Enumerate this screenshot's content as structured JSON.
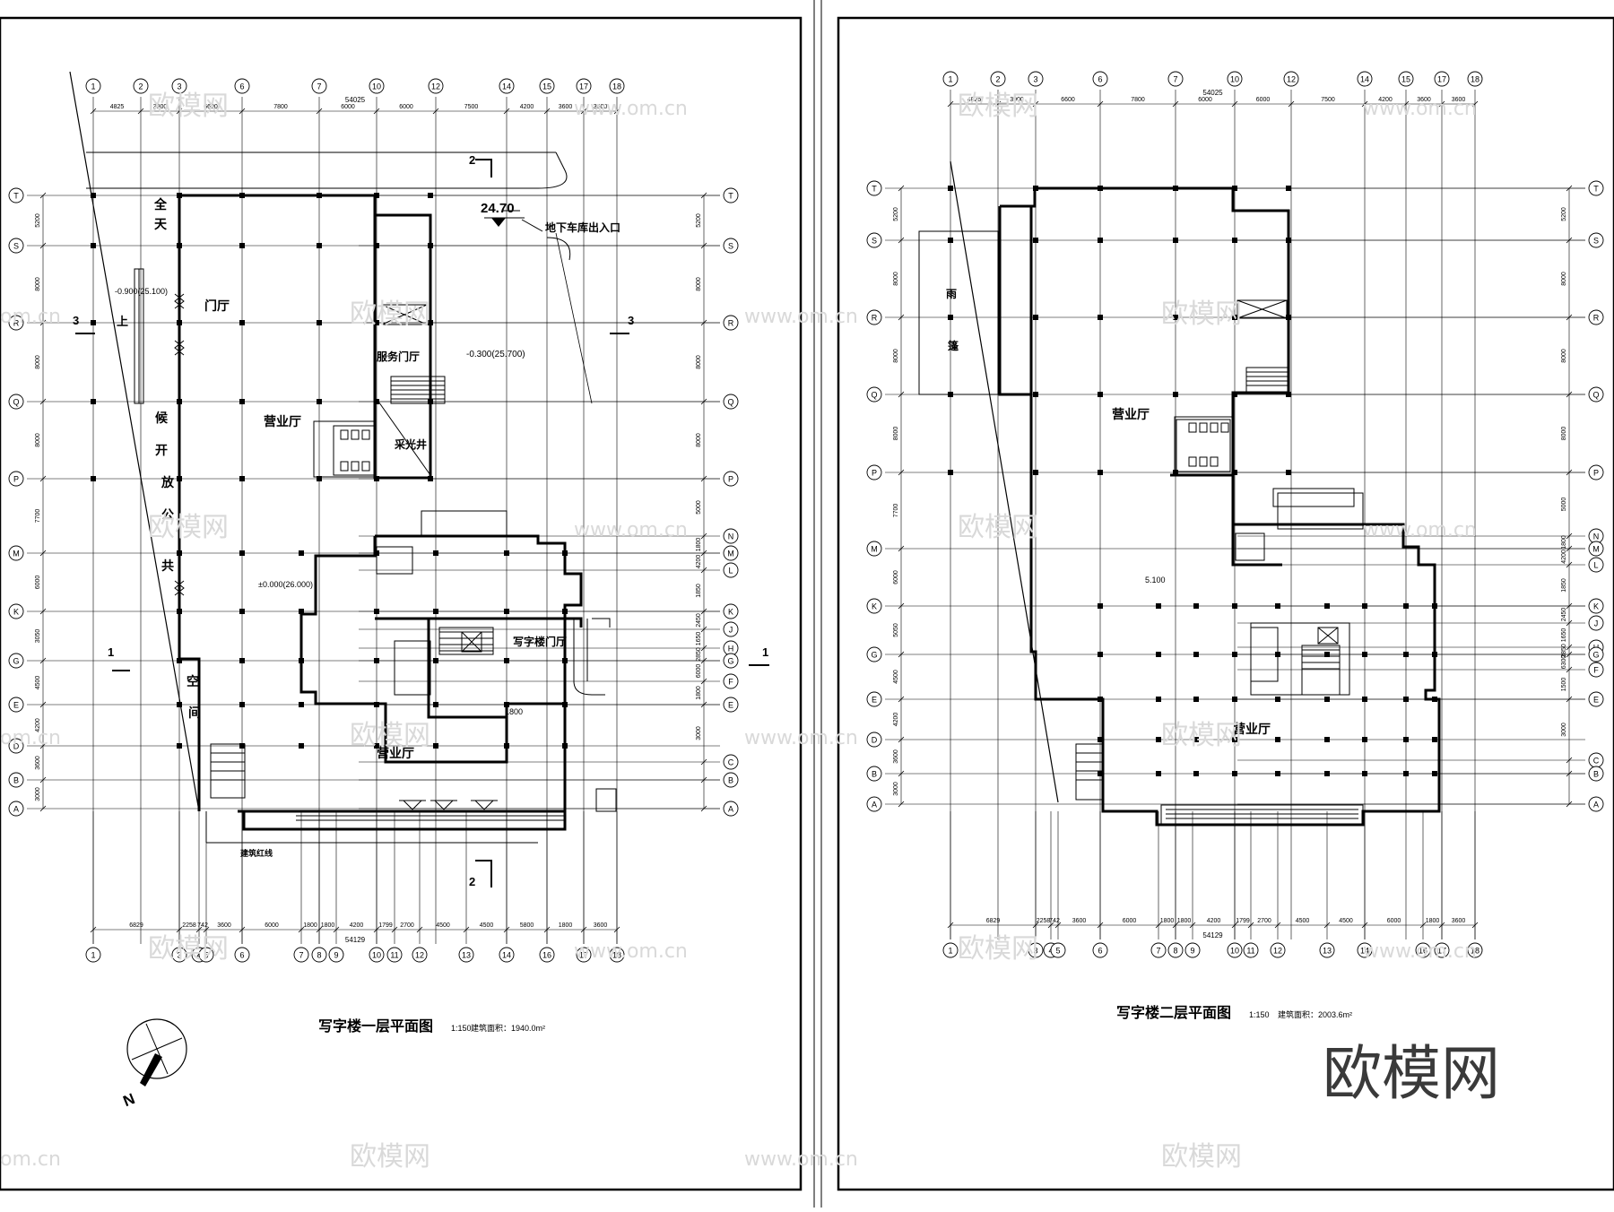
{
  "sheet1": {
    "title": "写字楼一层平面图",
    "scale": "1:150",
    "area": "建筑面积：1940.0m²",
    "total_top": "54025",
    "total_bottom": "54129",
    "top_dims": [
      "4825",
      "3900",
      "6600",
      "7800",
      "6000",
      "6000",
      "7500",
      "4200",
      "3600",
      "3600"
    ],
    "bottom_dims": [
      "6829",
      "2258",
      "742",
      "3600",
      "6000",
      "1800",
      "1800",
      "4200",
      "1799",
      "2700",
      "4500",
      "4500",
      "5800",
      "1800",
      "3600"
    ],
    "left_dims": [
      "5200",
      "8000",
      "8000",
      "8000",
      "7700",
      "6000",
      "3050",
      "4500",
      "4200",
      "3600",
      "3000"
    ],
    "right_dims": [
      "5200",
      "8000",
      "8000",
      "8000",
      "5000",
      "1800",
      "4200",
      "1850",
      "2450",
      "1650",
      "2850",
      "6000",
      "1800",
      "3000"
    ],
    "col_axes": [
      "1",
      "2",
      "3",
      "6",
      "7",
      "10",
      "12",
      "14",
      "15",
      "17",
      "18"
    ],
    "col_axes_bottom": [
      "1",
      "3",
      "4",
      "5",
      "6",
      "7",
      "8",
      "9",
      "10",
      "11",
      "12",
      "13",
      "14",
      "16",
      "17",
      "18"
    ],
    "row_axes_left": [
      "T",
      "S",
      "R",
      "Q",
      "P",
      "M",
      "K",
      "G",
      "E",
      "D",
      "B",
      "A"
    ],
    "row_axes_right": [
      "T",
      "S",
      "R",
      "Q",
      "P",
      "N",
      "M",
      "L",
      "K",
      "J",
      "H",
      "G",
      "F",
      "E",
      "C",
      "B",
      "A"
    ],
    "labels": {
      "lobby": "门厅",
      "business_hall": "营业厅",
      "business_hall_2": "营业厅",
      "service_lobby": "服务门厅",
      "light_well": "采光井",
      "office_lobby": "写字楼门厅",
      "garage_entry": "地下车库出入口",
      "elevation": "24.70",
      "level_a": "-0.300(25.700)",
      "level_b": "±0.000(26.000)",
      "level_c": "-0.900(25.100)",
      "up": "上",
      "space_a": "空",
      "space_b": "间",
      "redline": "建筑红线",
      "dim_1800": "1800",
      "public_vert": [
        "全",
        "天",
        "候",
        "开",
        "放",
        "公",
        "共"
      ],
      "sec1": "1",
      "sec2": "2",
      "sec3": "3",
      "north": "N"
    }
  },
  "sheet2": {
    "title": "写字楼二层平面图",
    "scale": "1:150",
    "area": "建筑面积：2003.6m²",
    "total_top": "54025",
    "total_bottom": "54129",
    "top_dims": [
      "4825",
      "3900",
      "6600",
      "7800",
      "6000",
      "6000",
      "7500",
      "4200",
      "3600",
      "3600"
    ],
    "bottom_dims": [
      "6829",
      "2258",
      "742",
      "3600",
      "6000",
      "1800",
      "1800",
      "4200",
      "1799",
      "2700",
      "4500",
      "4500",
      "6000",
      "1800",
      "3600"
    ],
    "left_dims": [
      "5200",
      "8000",
      "8000",
      "8000",
      "7700",
      "6000",
      "5050",
      "4500",
      "4200",
      "3600",
      "3000"
    ],
    "right_dims": [
      "5200",
      "8000",
      "8000",
      "8000",
      "5000",
      "1800",
      "4200",
      "1850",
      "2450",
      "1650",
      "2850",
      "6300",
      "1500",
      "3000"
    ],
    "col_axes": [
      "1",
      "2",
      "3",
      "6",
      "7",
      "10",
      "12",
      "14",
      "15",
      "17",
      "18"
    ],
    "col_axes_bottom": [
      "1",
      "3",
      "4",
      "5",
      "6",
      "7",
      "8",
      "9",
      "10",
      "11",
      "12",
      "13",
      "14",
      "16",
      "17",
      "18"
    ],
    "row_axes_left": [
      "T",
      "S",
      "R",
      "Q",
      "P",
      "M",
      "K",
      "G",
      "E",
      "D",
      "B",
      "A"
    ],
    "row_axes_right": [
      "T",
      "S",
      "R",
      "Q",
      "P",
      "N",
      "M",
      "L",
      "K",
      "J",
      "H",
      "G",
      "F",
      "E",
      "C",
      "B",
      "A"
    ],
    "labels": {
      "canopy_a": "雨",
      "canopy_b": "篷",
      "business_hall": "营业厅",
      "business_hall_2": "营业厅",
      "level": "5.100"
    }
  },
  "watermark": {
    "brand": "欧模网",
    "site": "www.om.cn",
    "site_short": "om.cn"
  }
}
